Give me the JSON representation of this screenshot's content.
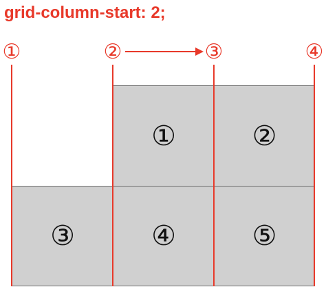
{
  "title": "grid-column-start: 2;",
  "line_labels": [
    "①",
    "②",
    "③",
    "④"
  ],
  "cells": [
    "①",
    "②",
    "③",
    "④",
    "⑤"
  ],
  "colors": {
    "accent": "#e8392a",
    "cell_fill": "#d0d0d0",
    "cell_border": "#6e6e6e"
  }
}
